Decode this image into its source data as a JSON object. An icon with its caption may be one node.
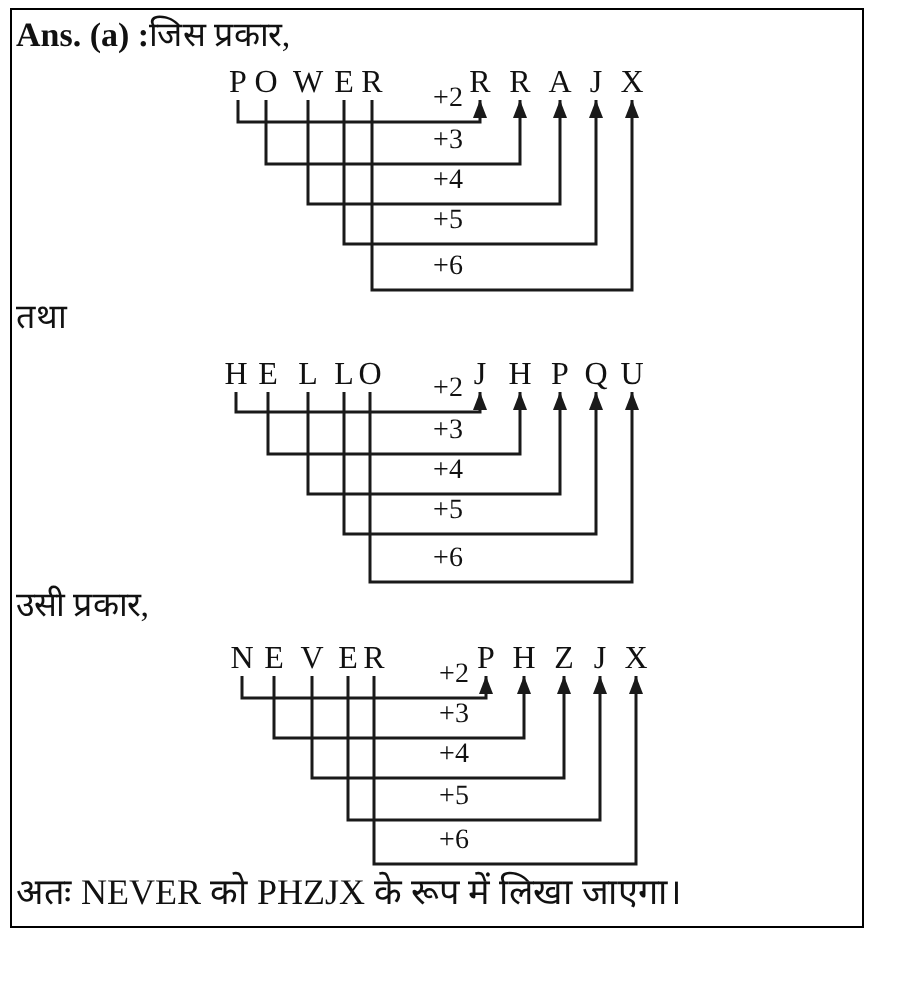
{
  "diagram": {
    "nodes": [
      {
        "text": [
          "P"
        ]
      },
      {
        "text": [
          "O"
        ]
      },
      {
        "text": [
          "W"
        ]
      },
      {
        "text": [
          "E"
        ]
      },
      {
        "text": [
          "R"
        ]
      },
      {
        "text": [
          "R"
        ]
      },
      {
        "text": [
          "R"
        ]
      },
      {
        "text": [
          "A"
        ]
      },
      {
        "text": [
          "J"
        ]
      },
      {
        "text": [
          "X"
        ]
      },
      {
        "text": [
          "H"
        ]
      },
      {
        "text": [
          "E"
        ]
      },
      {
        "text": [
          "L"
        ]
      },
      {
        "text": [
          "L"
        ]
      },
      {
        "text": [
          "O"
        ]
      },
      {
        "text": [
          "J"
        ]
      },
      {
        "text": [
          "H"
        ]
      },
      {
        "text": [
          "P"
        ]
      },
      {
        "text": [
          "Q"
        ]
      },
      {
        "text": [
          "U"
        ]
      },
      {
        "text": [
          "N"
        ]
      },
      {
        "text": [
          "E"
        ]
      },
      {
        "text": [
          "V"
        ]
      },
      {
        "text": [
          "E"
        ]
      },
      {
        "text": [
          "R"
        ]
      },
      {
        "text": [
          "P"
        ]
      },
      {
        "text": [
          "H"
        ]
      },
      {
        "text": [
          "Z"
        ]
      },
      {
        "text": [
          "J"
        ]
      },
      {
        "text": [
          "X"
        ]
      }
    ],
    "edges": [
      {
        "from": 0,
        "to": 5,
        "arrow": "to",
        "label": "+2"
      },
      {
        "from": 1,
        "to": 6,
        "arrow": "to",
        "label": "+3"
      },
      {
        "from": 2,
        "to": 7,
        "arrow": "to",
        "label": "+4"
      },
      {
        "from": 3,
        "to": 8,
        "arrow": "to",
        "label": "+5"
      },
      {
        "from": 4,
        "to": 9,
        "arrow": "to",
        "label": "+6"
      },
      {
        "from": 10,
        "to": 15,
        "arrow": "to",
        "label": "+2"
      },
      {
        "from": 11,
        "to": 16,
        "arrow": "to",
        "label": "+3"
      },
      {
        "from": 12,
        "to": 17,
        "arrow": "to",
        "label": "+4"
      },
      {
        "from": 13,
        "to": 18,
        "arrow": "to",
        "label": "+5"
      },
      {
        "from": 14,
        "to": 19,
        "arrow": "to",
        "label": "+6"
      },
      {
        "from": 20,
        "to": 25,
        "arrow": "to",
        "label": "+2"
      },
      {
        "from": 21,
        "to": 26,
        "arrow": "to",
        "label": "+3"
      },
      {
        "from": 22,
        "to": 27,
        "arrow": "to",
        "label": "+4"
      },
      {
        "from": 23,
        "to": 28,
        "arrow": "to",
        "label": "+5"
      },
      {
        "from": 24,
        "to": 29,
        "arrow": "to",
        "label": "+6"
      }
    ],
    "labels": [
      "**Ans. (a) :**जिस प्रकार,",
      "तथा",
      "उसी प्रकार,",
      "अतः NEVER को PHZJX के रूप में लिखा जाएगा।"
    ]
  }
}
